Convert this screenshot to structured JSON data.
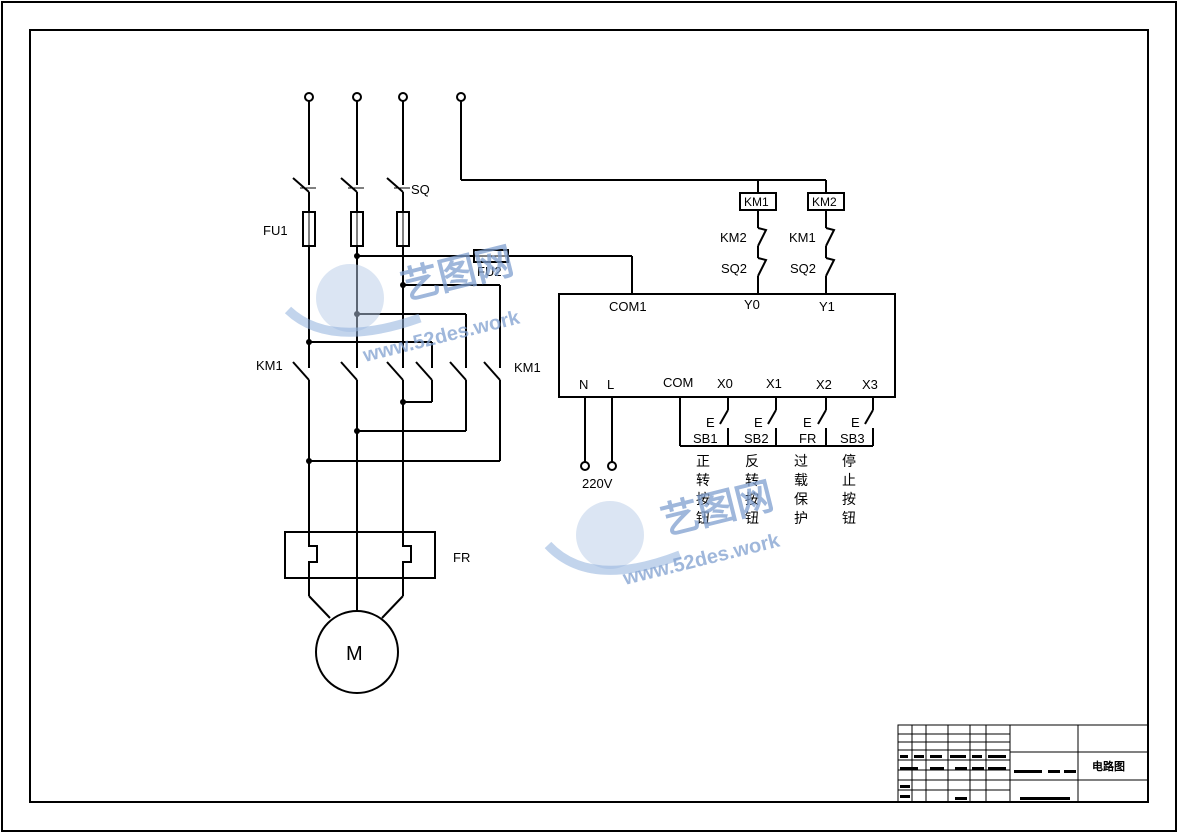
{
  "labels": {
    "sq": "SQ",
    "fu1": "FU1",
    "fu2": "FU2",
    "km1_left": "KM1",
    "km1_right": "KM1",
    "fr": "FR",
    "motor": "M",
    "coil_km1": "KM1",
    "coil_km2": "KM2",
    "il_km2": "KM2",
    "il_km1": "KM1",
    "sq2_a": "SQ2",
    "sq2_b": "SQ2",
    "com1": "COM1",
    "y0": "Y0",
    "y1": "Y1",
    "n": "N",
    "l": "L",
    "com": "COM",
    "x0": "X0",
    "x1": "X1",
    "x2": "X2",
    "x3": "X3",
    "e1": "E",
    "e2": "E",
    "e3": "E",
    "e4": "E",
    "sb1": "SB1",
    "sb2": "SB2",
    "fr_btn": "FR",
    "sb3": "SB3",
    "v220": "220V"
  },
  "button_desc": [
    [
      "正",
      "转",
      "按",
      "钮"
    ],
    [
      "反",
      "转",
      "按",
      "钮"
    ],
    [
      "过",
      "载",
      "保",
      "护"
    ],
    [
      "停",
      "止",
      "按",
      "钮"
    ]
  ],
  "title_block": {
    "drawing_name": "电路图"
  },
  "watermark": {
    "brand": "艺图网",
    "url": "www.52des.work"
  },
  "colors": {
    "line": "#000000",
    "watermark": "#7f9fcf"
  }
}
